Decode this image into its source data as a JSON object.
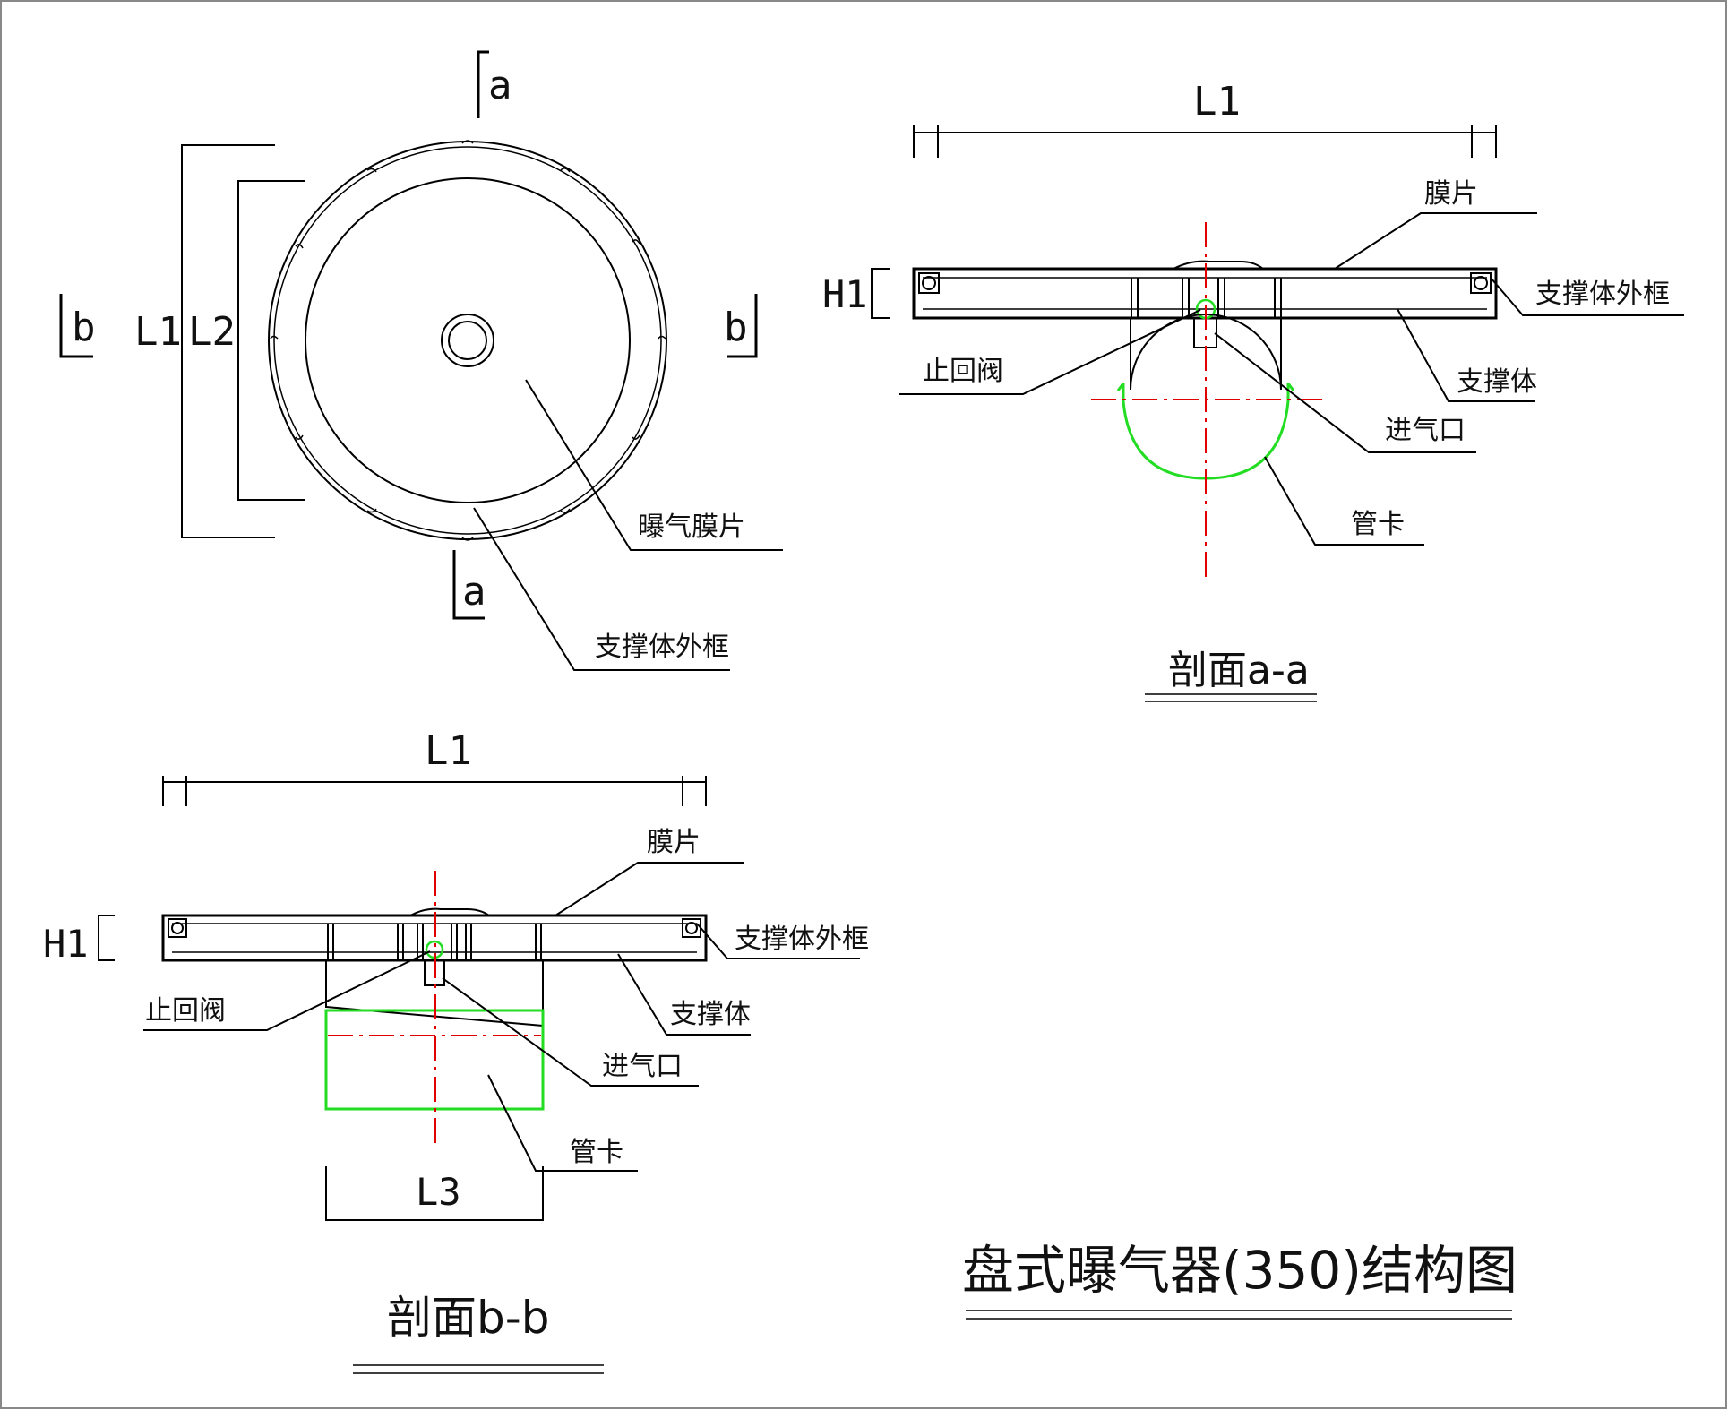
{
  "title": "盘式曝气器(350)结构图",
  "plan_view": {
    "section_a_top": "a",
    "section_a_bottom": "a",
    "section_b_left": "b",
    "section_b_right": "b",
    "dim_L1": "L1",
    "dim_L2": "L2",
    "label_membrane": "曝气膜片",
    "label_outer_frame": "支撑体外框"
  },
  "section_aa": {
    "dim_L1": "L1",
    "dim_H1": "H1",
    "label_membrane": "膜片",
    "label_outer_frame": "支撑体外框",
    "label_support": "支撑体",
    "label_check_valve": "止回阀",
    "label_air_inlet": "进气口",
    "label_pipe_clamp": "管卡",
    "caption": "剖面a-a"
  },
  "section_bb": {
    "dim_L1": "L1",
    "dim_H1": "H1",
    "dim_L3": "L3",
    "label_membrane": "膜片",
    "label_outer_frame": "支撑体外框",
    "label_support": "支撑体",
    "label_check_valve": "止回阀",
    "label_air_inlet": "进气口",
    "label_pipe_clamp": "管卡",
    "caption": "剖面b-b"
  },
  "colors": {
    "line": "#000000",
    "centerline": "#e00000",
    "clamp": "#22dd22",
    "border": "#888888"
  }
}
